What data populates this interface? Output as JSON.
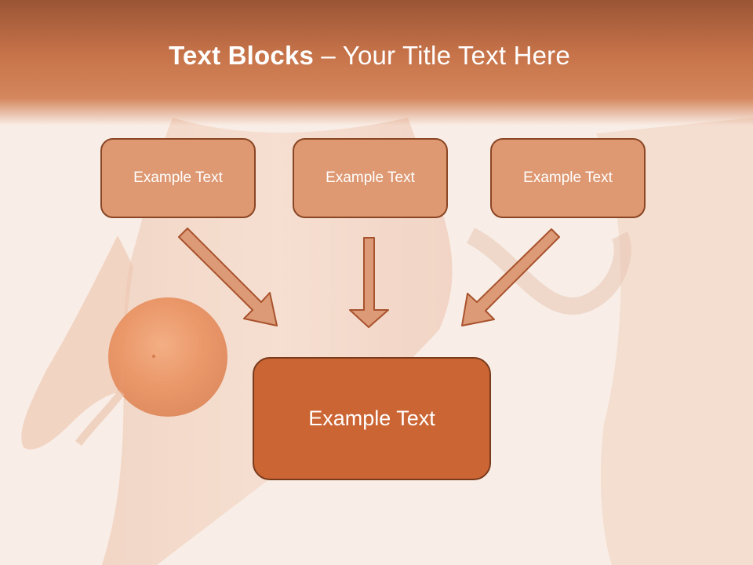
{
  "title": {
    "bold": "Text Blocks",
    "rest": " – Your Title Text Here"
  },
  "blocks": [
    "Example Text",
    "Example Text",
    "Example Text"
  ],
  "main_block": "Example Text",
  "colors": {
    "band_dark": "#9a5535",
    "band_light": "#d4865c",
    "small_box_fill": "#de9872",
    "small_box_border": "#8a4624",
    "main_box_fill": "#cc6534",
    "arrow_fill": "#dc9a76",
    "arrow_stroke": "#a8532d"
  },
  "icons": {
    "arrow": "down-arrow-icon"
  }
}
